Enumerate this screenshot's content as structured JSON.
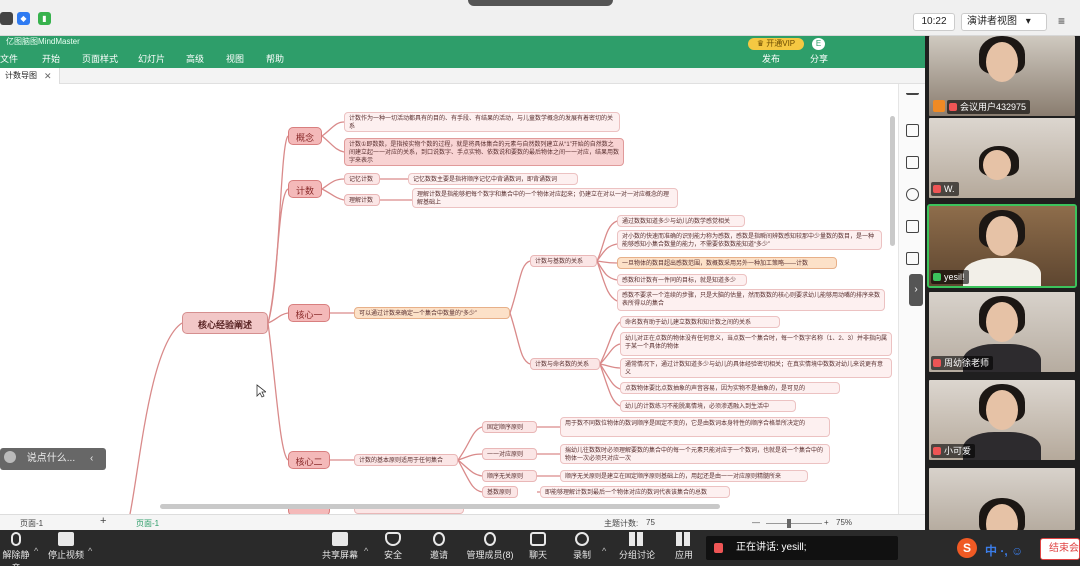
{
  "meeting": {
    "time": "10:22",
    "view_mode": "演讲者视图",
    "view_caret": "▾",
    "menu_icon": "≡"
  },
  "app": {
    "title": "亿图脑图MindMaster",
    "menu": [
      "文件",
      "开始",
      "页面样式",
      "幻灯片",
      "高级",
      "视图",
      "帮助"
    ],
    "vip_label": "♛ 开通VIP",
    "user_initial": "E",
    "toolbar_right": {
      "publish": "发布",
      "share": "分享"
    },
    "tab_label": "计数导图",
    "tab_close": "✕",
    "colors": {
      "brand": "#2e9e6a",
      "node_pink": "#f4b9b9",
      "accent_red": "#e04444"
    }
  },
  "mindmap": {
    "root": "核心经验阐述",
    "branches": {
      "concept": {
        "label": "概念",
        "texts": [
          "计数作为一种一切活动都具有的目的、有手段、有结果的活动，与儿童数学概念的发展有着密切的关系",
          "计数①即数数，是指按实物个数的过程，就是将具体集合的元素与自然数列建立从“1”开始的自然数之间建立起一一对应的关系，到口说数字、手点实物、依数说和要数的最后物体之间一一对应，结果用数字来表示"
        ]
      },
      "count": {
        "label": "计数",
        "sub": [
          {
            "label": "记忆计数",
            "text": "记忆数数主要是指将顺序记忆中背诵数词，即背诵数词"
          },
          {
            "label": "理解计数",
            "text": "理解计数是指能够把每个数字和集合中的一个物体对应起来；仍建立在对以一对一对应概念的理解基础上"
          }
        ]
      },
      "core1": {
        "label": "核心一",
        "statement": "可以通过计数来确定一个集合中数量的“多少”",
        "groups": [
          {
            "label": "计数与基数的关系",
            "items": [
              "通过数数知道多少与幼儿的数学感觉相关",
              "对小数的快速而准确的识别能力称为感数，感数是指瞬间辨数感知较那中少量数的数目，是一种能够感知小集合数量的能力，不需要依数数能知道“多少”",
              "一旦物体的数目超出感数范围，数概数采用另外一种加工策略——计数",
              "感数和计数有一件同的目标，就是知道多少",
              "感数不要求一个连续的步骤，只是大脑的估量，然而数数的核心则要求幼儿能够用动嘴的排序来数表所得以的集合"
            ]
          },
          {
            "label": "计数与命名数的关系",
            "items": [
              "命名数有助于幼儿建立数数和知计数之间的关系",
              "幼儿对正在点数的物体没有任何意义，当点数一个集合时，每一个数字名称（1、2、3）并非指向属于某一个具体的物体",
              "通常情况下，通过计数知道多少与幼儿的具体经验密切相关；在真实情境中数数对幼儿来说更有意义",
              "点数物体要比点数抽象的声音容易，因为实物不是抽象的，是可见的",
              "幼儿的计数练习不能脱离情境，必须渗透融入到生活中"
            ]
          }
        ]
      },
      "core2": {
        "label": "核心二",
        "statement": "计数的基本原则适用于任何集合",
        "principles": [
          {
            "label": "固定顺序原则",
            "text": "用于数不同数位物体的数词顺序是固定不变的，它是由数词本身特性的顺序合格单所决定的"
          },
          {
            "label": "一一对应原则",
            "text": "揣幼儿往数数时必须理解要数的集合中的每一个元素只能对应于一个数词，也就是说一个集合中的物体一次必须只对应一次"
          },
          {
            "label": "顺序无关原则",
            "text": "顺序无关原则是建立在固定顺序原则基础上的，用起还是由一一对应原则精髓所来"
          },
          {
            "label": "基数原则",
            "text": "即能够理解计数到最后一个物体对应的数词代表该集合的总数"
          }
        ]
      }
    }
  },
  "chat_prompt": {
    "icon": "smile-icon",
    "placeholder": "说点什么...",
    "toggle": "‹"
  },
  "statusbar": {
    "page_select": "页面-1",
    "add_page": "+",
    "active_page": "页面-1",
    "topic_count_label": "主题计数:",
    "topic_count": "75",
    "zoom": "75%",
    "zoom_minus": "—",
    "zoom_plus": "+"
  },
  "participants": [
    {
      "name": "会议用户432975",
      "muted": true
    },
    {
      "name": "W.",
      "muted": true
    },
    {
      "name": "yesil!",
      "muted": false
    },
    {
      "name": "周幼徐老师",
      "muted": true
    },
    {
      "name": "小可爱",
      "muted": true
    },
    {
      "name": "",
      "muted": true
    }
  ],
  "bottom_toolbar": {
    "items": [
      "解除静音",
      "停止视频",
      "共享屏幕",
      "安全",
      "邀请",
      "管理成员(8)",
      "聊天",
      "录制",
      "分组讨论",
      "应用"
    ],
    "speaking_label": "正在讲话: yesill;",
    "ime_logo": "S",
    "ime_text": "中 ·, ☺",
    "end_meeting": "结束会议"
  }
}
